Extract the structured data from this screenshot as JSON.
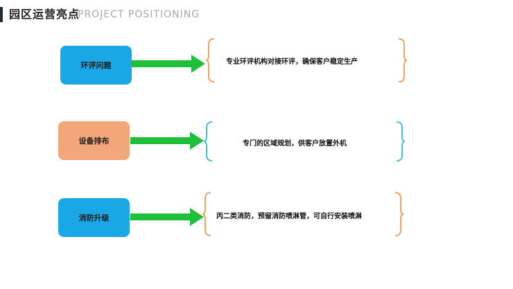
{
  "header": {
    "title": "园区运营亮点",
    "subtitle": "PROJECT POSITIONING"
  },
  "rows": [
    {
      "label": "环评问题",
      "description": "专业环评机构对接环评，确保客户稳定生产",
      "box_color": "#1aa7e6",
      "bracket_color": "#f0a060"
    },
    {
      "label": "设备排布",
      "description": "专门的区域规划，供客户放置外机",
      "box_color": "#f3a67a",
      "bracket_color": "#46c1e6"
    },
    {
      "label": "消防升级",
      "description": "丙二类消防，预留消防喷淋管，可自行安装喷淋",
      "box_color": "#1aa7e6",
      "bracket_color": "#f0a060"
    }
  ],
  "colors": {
    "arrow": "#1fbf3a"
  }
}
